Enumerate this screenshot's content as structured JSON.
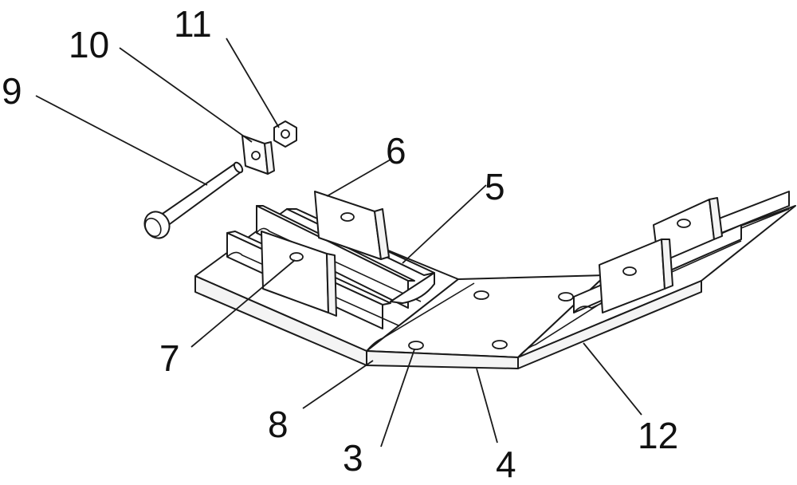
{
  "callouts": {
    "c3": "3",
    "c4": "4",
    "c5": "5",
    "c6": "6",
    "c7": "7",
    "c8": "8",
    "c9": "9",
    "c10": "10",
    "c11": "11",
    "c12": "12"
  }
}
